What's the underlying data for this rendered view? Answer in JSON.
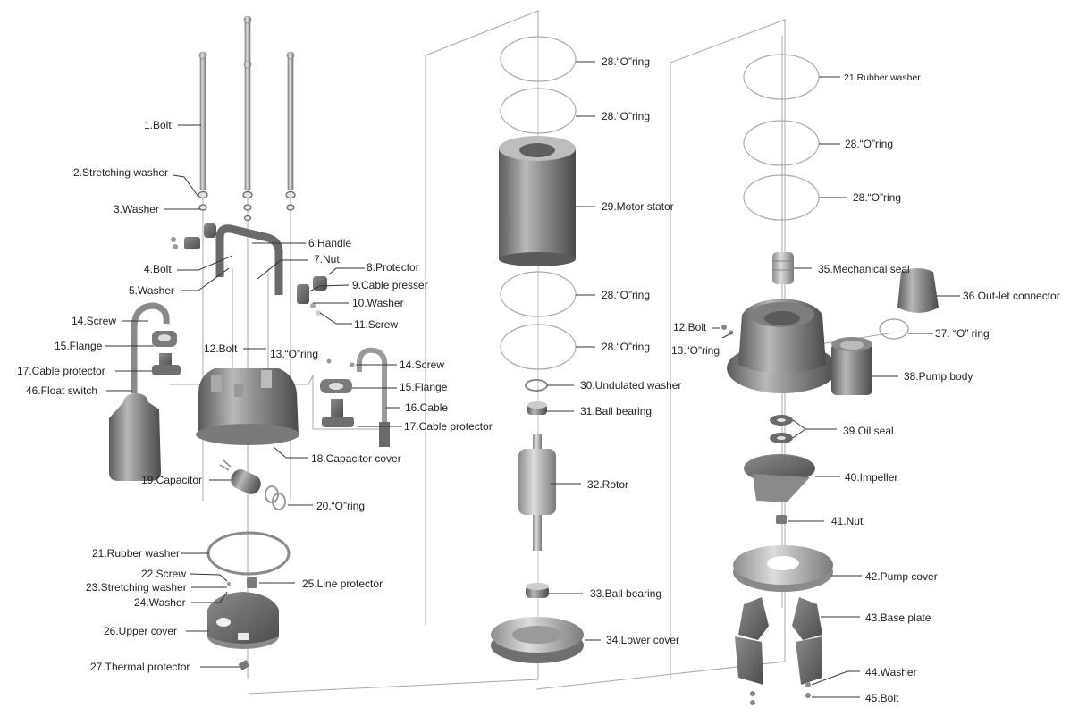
{
  "title": "Submersible pump exploded view",
  "colors": {
    "part_dark": "#6f6f6f",
    "part_mid": "#9a9a9a",
    "part_light": "#c8c8c8",
    "leader": "#333333",
    "guide": "#9c9c9c"
  },
  "labels": {
    "l1": "1.Bolt",
    "l2": "2.Stretching washer",
    "l3": "3.Washer",
    "l4": "4.Bolt",
    "l5": "5.Washer",
    "l6": "6.Handle",
    "l7": "7.Nut",
    "l8": "8.Protector",
    "l9": "9.Cable presser",
    "l10": "10.Washer",
    "l11": "11.Screw",
    "l12a": "12.Bolt",
    "l13a": "13.“O”ring",
    "l14a": "14.Screw",
    "l15a": "15.Flange",
    "l17a": "17.Cable protector",
    "l46": "46.Float switch",
    "l14b": "14.Screw",
    "l15b": "15.Flange",
    "l16": "16.Cable",
    "l17b": "17.Cable protector",
    "l18": "18.Capacitor cover",
    "l19": "19.Capacitor",
    "l20": "20.“O”ring",
    "l21a": "21.Rubber washer",
    "l22": "22.Screw",
    "l23": "23.Stretching washer",
    "l24": "24.Washer",
    "l25": "25.Line protector",
    "l26": "26.Upper cover",
    "l27": "27.Thermal protector",
    "l28a": "28.“O”ring",
    "l28b": "28.“O”ring",
    "l29": "29.Motor stator",
    "l28c": "28.“O”ring",
    "l28d": "28.“O”ring",
    "l30": "30.Undulated washer",
    "l31": "31.Ball bearing",
    "l32": "32.Rotor",
    "l33": "33.Ball bearing",
    "l34": "34.Lower cover",
    "l21b": "21.Rubber washer",
    "l28e": "28.“O”ring",
    "l28f": "28.“O”ring",
    "l35": "35.Mechanical seal",
    "l36": "36.Out-let connector",
    "l12b": "12.Bolt",
    "l13b": "13.“O”ring",
    "l37": "37. “O” ring",
    "l38": "38.Pump body",
    "l39": "39.Oil seal",
    "l40": "40.Impeller",
    "l41": "41.Nut",
    "l42": "42.Pump cover",
    "l43": "43.Base plate",
    "l44": "44.Washer",
    "l45": "45.Bolt"
  }
}
